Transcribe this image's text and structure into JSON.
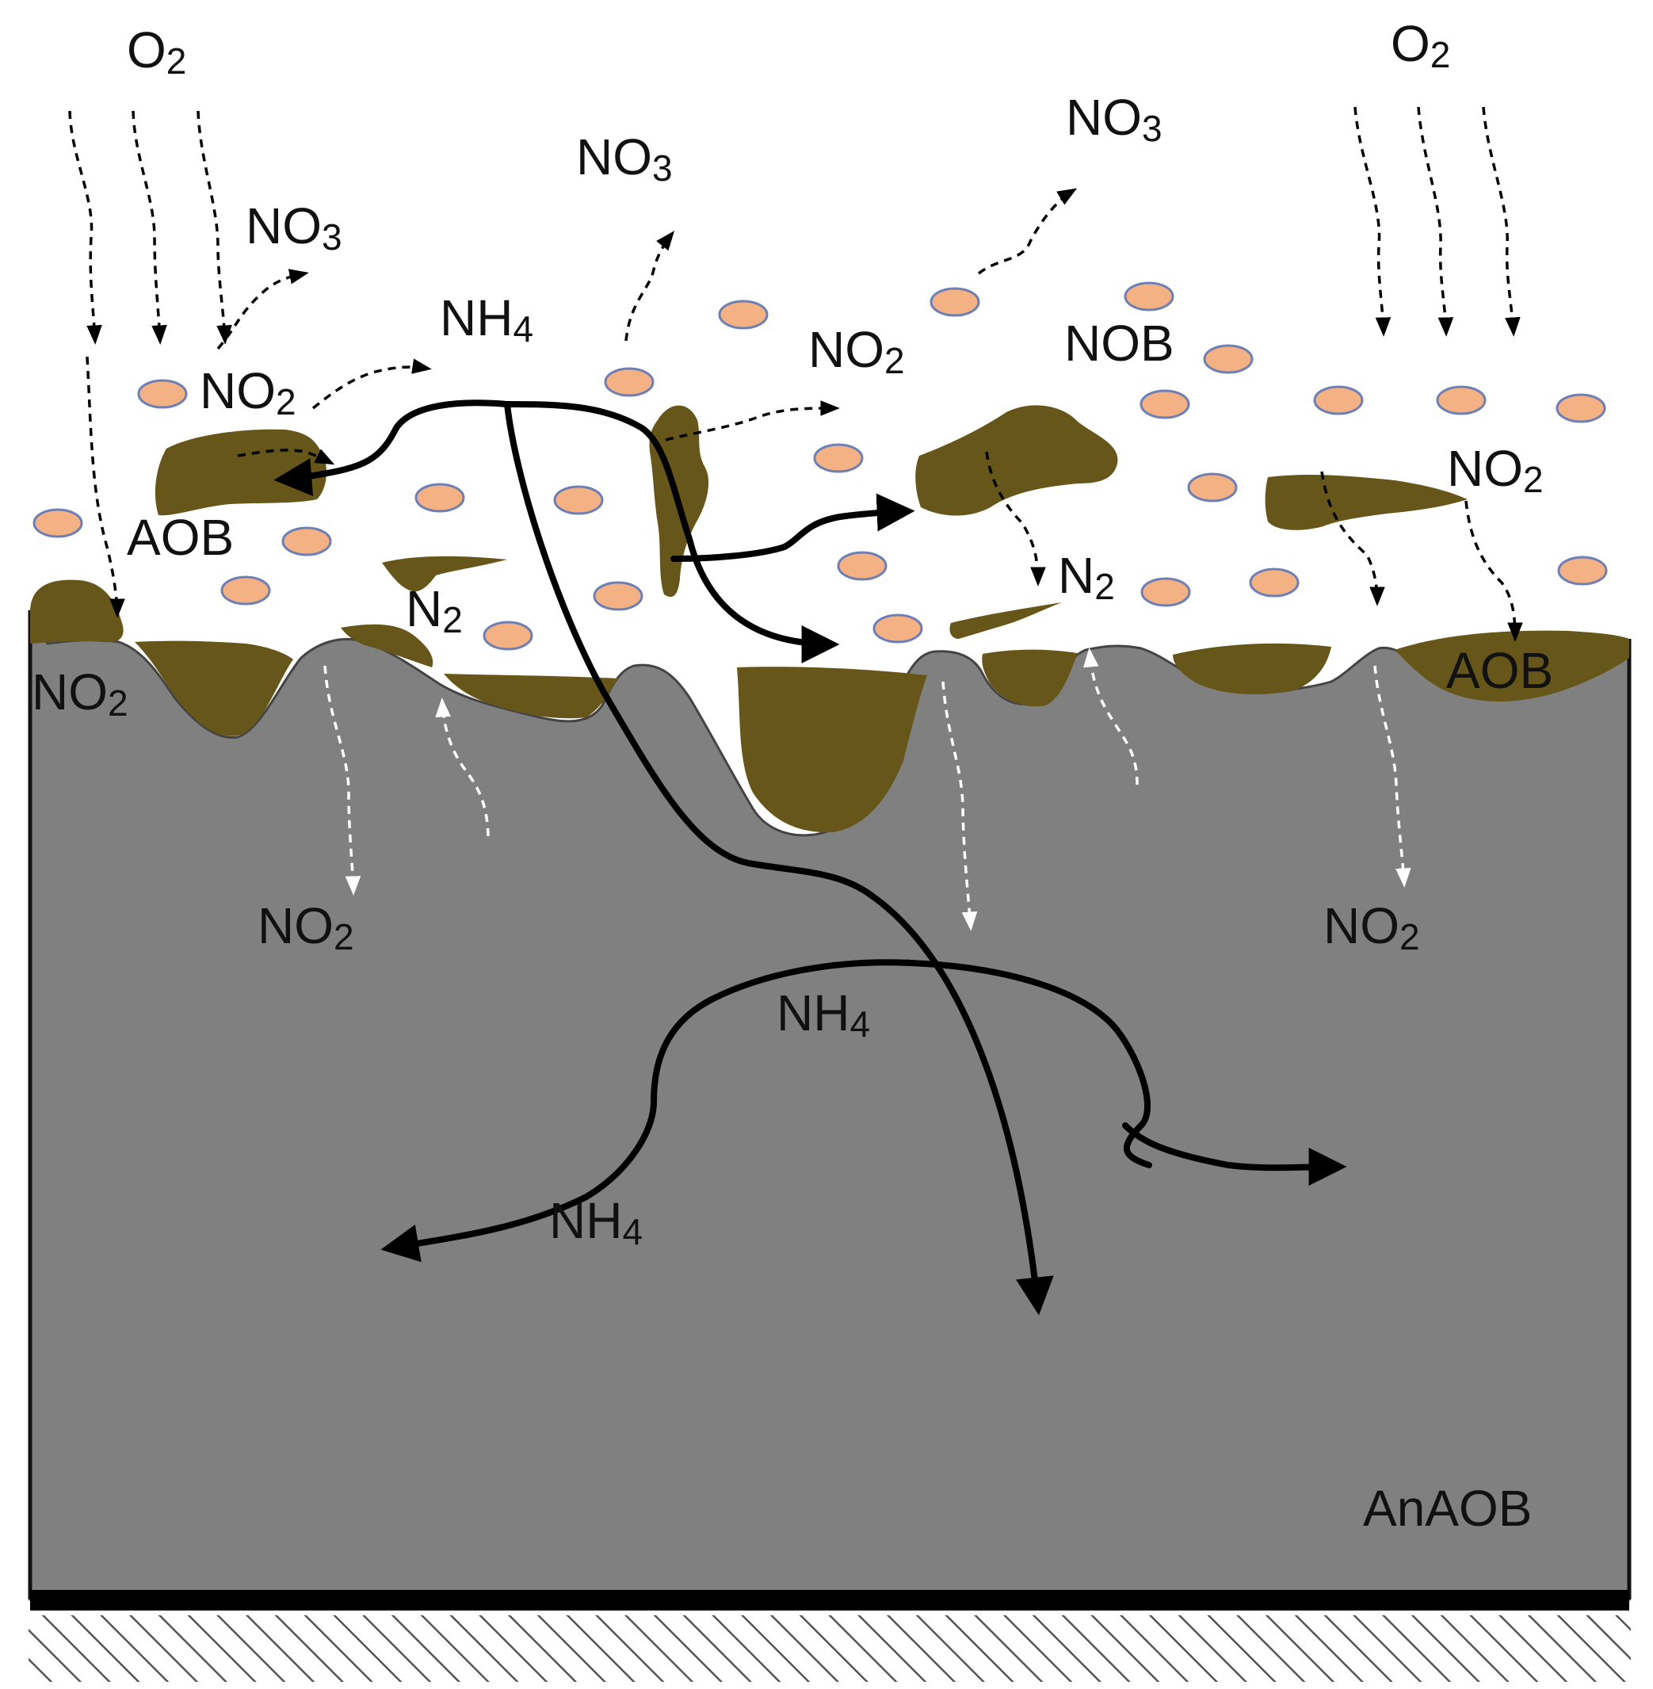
{
  "colors": {
    "background": "#ffffff",
    "anaob_layer": "#808080",
    "biofilm_clusters": "#665619",
    "nob_cells_fill": "#f4b183",
    "nob_cells_stroke": "#6d7fb5",
    "arrows_black": "#000000",
    "arrows_white": "#ffffff",
    "base_plate": "#000000",
    "hatch": "#555555"
  },
  "icons": {
    "solid_arrow": "solid-black-curved-arrow-icon",
    "dashed_arrow": "dashed-curved-arrow-icon",
    "nob_cell": "orange-ellipse-cell-icon",
    "aob_cluster": "olive-blob-cluster-icon"
  },
  "labels": {
    "o2_left": {
      "main": "O",
      "sub": "2"
    },
    "o2_right": {
      "main": "O",
      "sub": "2"
    },
    "no3_left": {
      "main": "NO",
      "sub": "3"
    },
    "no3_center": {
      "main": "NO",
      "sub": "3"
    },
    "no3_right": {
      "main": "NO",
      "sub": "3"
    },
    "nh4_top": {
      "main": "NH",
      "sub": "4"
    },
    "no2_top_left": {
      "main": "NO",
      "sub": "2"
    },
    "no2_top_center": {
      "main": "NO",
      "sub": "2"
    },
    "no2_right": {
      "main": "NO",
      "sub": "2"
    },
    "nob": {
      "main": "NOB",
      "sub": ""
    },
    "aob_left": {
      "main": "AOB",
      "sub": ""
    },
    "aob_right": {
      "main": "AOB",
      "sub": ""
    },
    "n2_left": {
      "main": "N",
      "sub": "2"
    },
    "n2_right": {
      "main": "N",
      "sub": "2"
    },
    "no2_surface_left": {
      "main": "NO",
      "sub": "2"
    },
    "no2_deep_left": {
      "main": "NO",
      "sub": "2"
    },
    "no2_deep_right": {
      "main": "NO",
      "sub": "2"
    },
    "nh4_middle": {
      "main": "NH",
      "sub": "4"
    },
    "nh4_lower": {
      "main": "NH",
      "sub": "4"
    },
    "anaob": {
      "main": "AnAOB",
      "sub": ""
    }
  }
}
